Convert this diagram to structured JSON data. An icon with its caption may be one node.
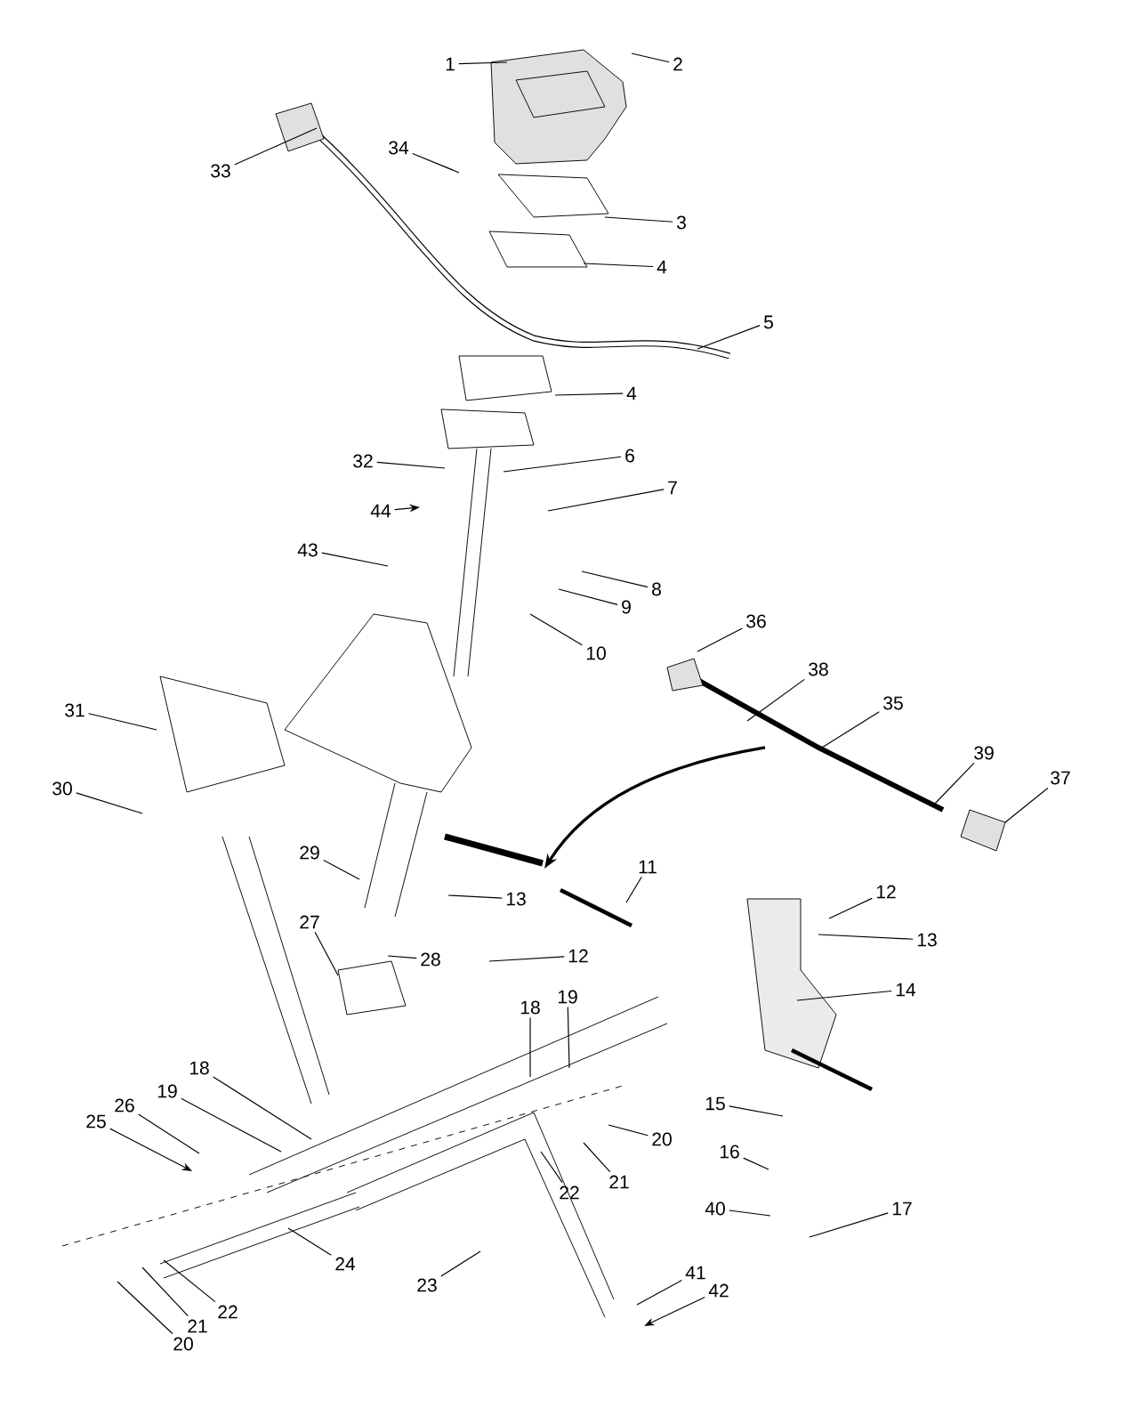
{
  "diagram": {
    "nodes": [
      {
        "text": [
          "1"
        ]
      },
      {
        "text": [
          "2"
        ]
      },
      {
        "text": [
          "34"
        ]
      },
      {
        "text": [
          "33"
        ]
      },
      {
        "text": [
          "3"
        ]
      },
      {
        "text": [
          "4"
        ]
      },
      {
        "text": [
          "5"
        ]
      },
      {
        "text": [
          "4"
        ]
      },
      {
        "text": [
          "6"
        ]
      },
      {
        "text": [
          "32"
        ]
      },
      {
        "text": [
          "7"
        ]
      },
      {
        "text": [
          "44"
        ]
      },
      {
        "text": [
          "43"
        ]
      },
      {
        "text": [
          "8"
        ]
      },
      {
        "text": [
          "9"
        ]
      },
      {
        "text": [
          "36"
        ]
      },
      {
        "text": [
          "10"
        ]
      },
      {
        "text": [
          "38"
        ]
      },
      {
        "text": [
          "35"
        ]
      },
      {
        "text": [
          "31"
        ]
      },
      {
        "text": [
          "39"
        ]
      },
      {
        "text": [
          "37"
        ]
      },
      {
        "text": [
          "30"
        ]
      },
      {
        "text": [
          "29"
        ]
      },
      {
        "text": [
          "11"
        ]
      },
      {
        "text": [
          "12"
        ]
      },
      {
        "text": [
          "13"
        ]
      },
      {
        "text": [
          "13"
        ]
      },
      {
        "text": [
          "27"
        ]
      },
      {
        "text": [
          "12"
        ]
      },
      {
        "text": [
          "28"
        ]
      },
      {
        "text": [
          "14"
        ]
      },
      {
        "text": [
          "19"
        ]
      },
      {
        "text": [
          "18"
        ]
      },
      {
        "text": [
          "18"
        ]
      },
      {
        "text": [
          "19"
        ]
      },
      {
        "text": [
          "15"
        ]
      },
      {
        "text": [
          "26"
        ]
      },
      {
        "text": [
          "25"
        ]
      },
      {
        "text": [
          "20"
        ]
      },
      {
        "text": [
          "16"
        ]
      },
      {
        "text": [
          "21"
        ]
      },
      {
        "text": [
          "22"
        ]
      },
      {
        "text": [
          "40"
        ]
      },
      {
        "text": [
          "17"
        ]
      },
      {
        "text": [
          "24"
        ]
      },
      {
        "text": [
          "41"
        ]
      },
      {
        "text": [
          "23"
        ]
      },
      {
        "text": [
          "42"
        ]
      },
      {
        "text": [
          "22"
        ]
      },
      {
        "text": [
          "21"
        ]
      },
      {
        "text": [
          "20"
        ]
      }
    ],
    "edges": [
      {
        "from": 0,
        "to": null,
        "arrow": "none"
      },
      {
        "from": 1,
        "to": null,
        "arrow": "none"
      },
      {
        "from": 2,
        "to": null,
        "arrow": "none"
      },
      {
        "from": 3,
        "to": null,
        "arrow": "none"
      },
      {
        "from": 4,
        "to": null,
        "arrow": "none"
      },
      {
        "from": 5,
        "to": null,
        "arrow": "none"
      },
      {
        "from": 6,
        "to": null,
        "arrow": "none"
      },
      {
        "from": 7,
        "to": null,
        "arrow": "none"
      },
      {
        "from": 8,
        "to": null,
        "arrow": "none"
      },
      {
        "from": 9,
        "to": null,
        "arrow": "none"
      },
      {
        "from": 10,
        "to": null,
        "arrow": "none"
      },
      {
        "from": 11,
        "to": null,
        "arrow": "to"
      },
      {
        "from": 12,
        "to": null,
        "arrow": "none"
      },
      {
        "from": 13,
        "to": null,
        "arrow": "none"
      },
      {
        "from": 14,
        "to": null,
        "arrow": "none"
      },
      {
        "from": 15,
        "to": null,
        "arrow": "none"
      },
      {
        "from": 16,
        "to": null,
        "arrow": "none"
      },
      {
        "from": 17,
        "to": null,
        "arrow": "none"
      },
      {
        "from": 18,
        "to": null,
        "arrow": "none"
      },
      {
        "from": 19,
        "to": null,
        "arrow": "none"
      },
      {
        "from": 20,
        "to": null,
        "arrow": "none"
      },
      {
        "from": 21,
        "to": null,
        "arrow": "none"
      },
      {
        "from": 22,
        "to": null,
        "arrow": "none"
      },
      {
        "from": 23,
        "to": null,
        "arrow": "none"
      },
      {
        "from": 24,
        "to": null,
        "arrow": "none"
      },
      {
        "from": 25,
        "to": null,
        "arrow": "none"
      },
      {
        "from": 26,
        "to": null,
        "arrow": "none"
      },
      {
        "from": 27,
        "to": null,
        "arrow": "none"
      },
      {
        "from": 28,
        "to": null,
        "arrow": "none"
      },
      {
        "from": 29,
        "to": null,
        "arrow": "none"
      },
      {
        "from": 30,
        "to": null,
        "arrow": "none"
      },
      {
        "from": 31,
        "to": null,
        "arrow": "none"
      },
      {
        "from": 32,
        "to": null,
        "arrow": "none"
      },
      {
        "from": 33,
        "to": null,
        "arrow": "none"
      },
      {
        "from": 34,
        "to": null,
        "arrow": "none"
      },
      {
        "from": 35,
        "to": null,
        "arrow": "none"
      },
      {
        "from": 36,
        "to": null,
        "arrow": "none"
      },
      {
        "from": 37,
        "to": null,
        "arrow": "none"
      },
      {
        "from": 38,
        "to": null,
        "arrow": "to"
      },
      {
        "from": 39,
        "to": null,
        "arrow": "none"
      },
      {
        "from": 40,
        "to": null,
        "arrow": "none"
      },
      {
        "from": 41,
        "to": null,
        "arrow": "none"
      },
      {
        "from": 42,
        "to": null,
        "arrow": "none"
      },
      {
        "from": 43,
        "to": null,
        "arrow": "none"
      },
      {
        "from": 44,
        "to": null,
        "arrow": "none"
      },
      {
        "from": 45,
        "to": null,
        "arrow": "none"
      },
      {
        "from": 46,
        "to": null,
        "arrow": "none"
      },
      {
        "from": 47,
        "to": null,
        "arrow": "none"
      },
      {
        "from": 48,
        "to": null,
        "arrow": "to"
      },
      {
        "from": 49,
        "to": null,
        "arrow": "none"
      },
      {
        "from": 50,
        "to": null,
        "arrow": "none"
      },
      {
        "from": 51,
        "to": null,
        "arrow": "none"
      }
    ]
  }
}
